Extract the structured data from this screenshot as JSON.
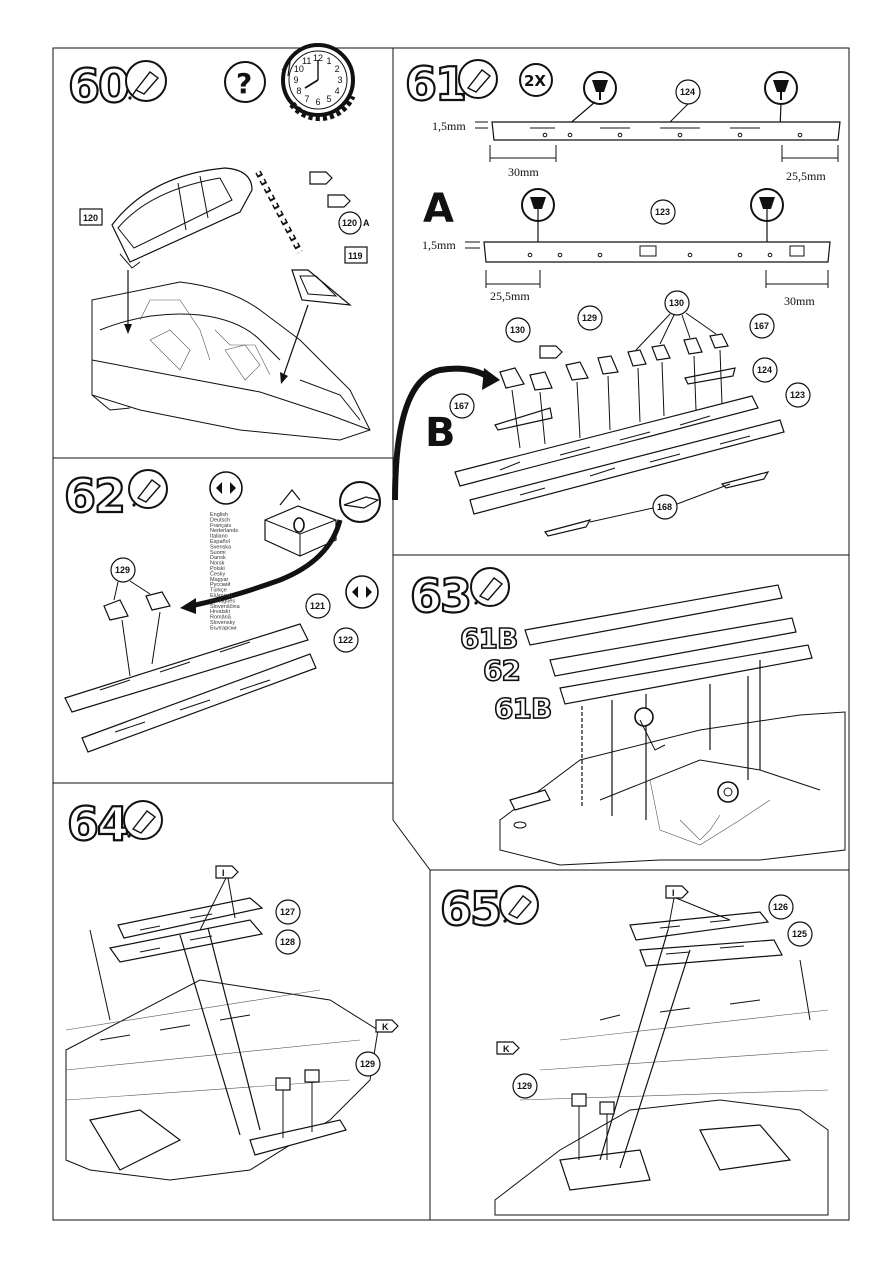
{
  "steps": {
    "s60": {
      "number": "60",
      "callouts": [
        "120",
        "120",
        "A",
        "119"
      ]
    },
    "s61": {
      "number": "61",
      "multiplier": "2X",
      "sub_a": "A",
      "sub_b": "B",
      "dim_thickness_top": "1,5mm",
      "dim_left_top": "30mm",
      "dim_right_top": "25,5mm",
      "dim_thickness_bottom": "1,5mm",
      "dim_left_bottom": "25,5mm",
      "dim_right_bottom": "30mm",
      "callouts": [
        "124",
        "123",
        "130",
        "129",
        "130",
        "167",
        "124",
        "123",
        "167",
        "168"
      ]
    },
    "s62": {
      "number": "62",
      "callouts": [
        "129",
        "121",
        "122"
      ],
      "languages": [
        "English",
        "Deutsch",
        "Français",
        "Nederlands",
        "Italiano",
        "Español",
        "Svenska",
        "Suomi",
        "Dansk",
        "Norsk",
        "Polski",
        "Česky",
        "Magyar",
        "Русский",
        "Türkçe",
        "Ελληνικά",
        "Português",
        "Slovenščina",
        "Hrvatski",
        "Română",
        "Slovensky",
        "Български"
      ]
    },
    "s63": {
      "number": "63",
      "labels": [
        "61B",
        "62",
        "61B"
      ]
    },
    "s64": {
      "number": "64",
      "callouts": [
        "127",
        "128",
        "129"
      ],
      "flag": "I",
      "flag2": "K"
    },
    "s65": {
      "number": "65",
      "callouts": [
        "126",
        "125",
        "129"
      ],
      "flag": "I",
      "flag2": "K"
    }
  },
  "icons": [
    "glue-tube-icon",
    "question-icon",
    "clock-icon",
    "paint-brush-icon",
    "decal-icon"
  ],
  "clock": {
    "numerals": [
      "12",
      "1",
      "2",
      "3",
      "4",
      "5",
      "6",
      "7",
      "8",
      "9",
      "10",
      "11"
    ]
  }
}
